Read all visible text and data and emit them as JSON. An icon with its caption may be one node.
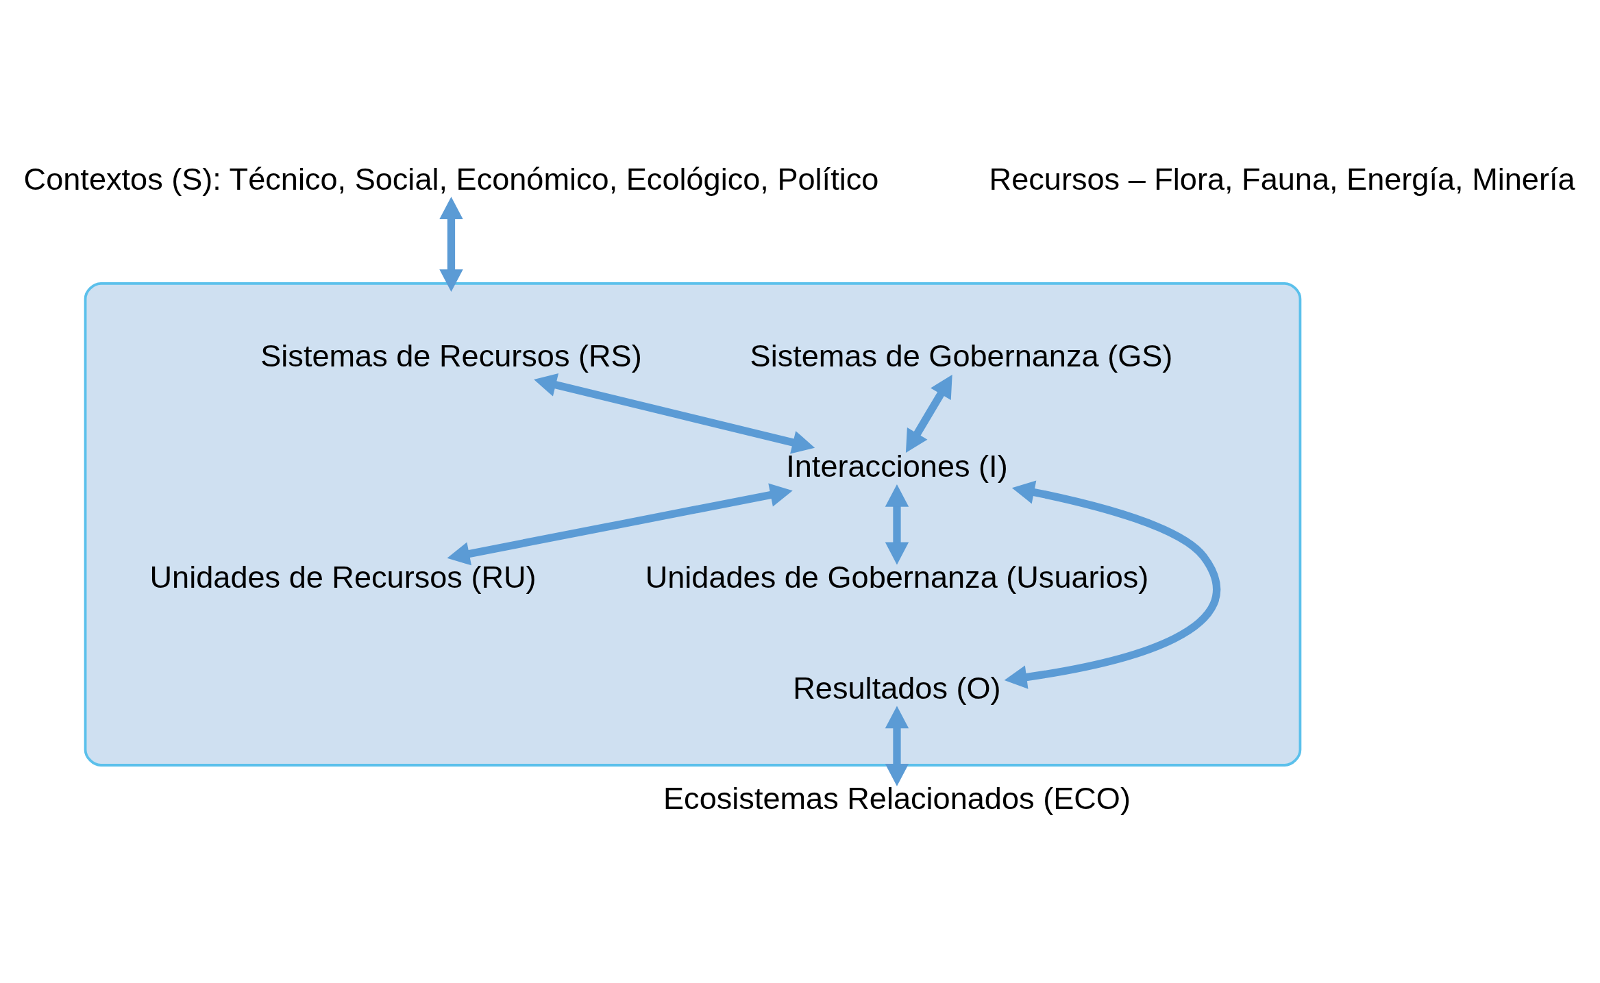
{
  "diagram": {
    "nodes": [
      {
        "text": [],
        "shape": "ellipse"
      },
      {
        "text": [
          "Contextos (S): Técnico, Social, Económico, Ecológico, Político"
        ]
      },
      {
        "text": [
          "Sistemas de Recursos (RS)"
        ],
        "in": 0
      },
      {
        "text": [
          "Sistemas de Gobernanza (GS)"
        ],
        "in": 0
      },
      {
        "text": [
          "Interacciones (I)"
        ],
        "in": 0
      },
      {
        "text": [
          "Unidades de Recursos (RU)"
        ],
        "in": 0
      },
      {
        "text": [
          "Unidades de Gobernanza (Usuarios)"
        ],
        "in": 0
      },
      {
        "text": [
          "Resultados (O)"
        ],
        "in": 0
      },
      {
        "text": [
          "Ecosistemas Relacionados (ECO)"
        ]
      }
    ],
    "edges": [
      {
        "from": 1,
        "to": 0,
        "arrow": "both"
      },
      {
        "from": 2,
        "to": 4,
        "arrow": "both"
      },
      {
        "from": 3,
        "to": 4,
        "arrow": "both"
      },
      {
        "from": 4,
        "to": 5,
        "arrow": "both"
      },
      {
        "from": 4,
        "to": 6,
        "arrow": "both"
      },
      {
        "from": 4,
        "to": 7,
        "arrow": "both"
      },
      {
        "from": 7,
        "to": 8,
        "arrow": "both"
      }
    ],
    "labels": [
      "Recursos – Flora, Fauna, Energía, Minería"
    ]
  }
}
